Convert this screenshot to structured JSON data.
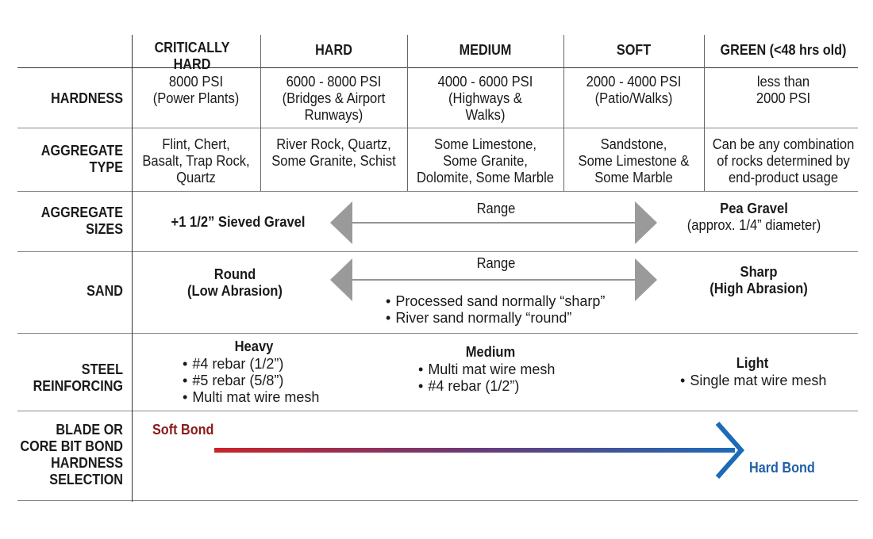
{
  "columns": [
    "CRITICALLY HARD",
    "HARD",
    "MEDIUM",
    "SOFT",
    "GREEN (<48 hrs old)"
  ],
  "rows": {
    "hardness": {
      "label": "HARDNESS",
      "cells": [
        [
          "8000 PSI",
          "(Power Plants)"
        ],
        [
          "6000 - 8000 PSI",
          "(Bridges &  Airport",
          "Runways)"
        ],
        [
          "4000 - 6000 PSI",
          "(Highways &",
          "Walks)"
        ],
        [
          "2000 - 4000 PSI",
          "(Patio/Walks)"
        ],
        [
          "less than",
          "2000 PSI"
        ]
      ]
    },
    "aggregate_type": {
      "label": [
        "AGGREGATE",
        "TYPE"
      ],
      "cells": [
        [
          "Flint, Chert,",
          "Basalt, Trap Rock,",
          "Quartz"
        ],
        [
          "River Rock, Quartz,",
          "Some Granite, Schist"
        ],
        [
          "Some Limestone,",
          "Some Granite,",
          "Dolomite, Some Marble"
        ],
        [
          "Sandstone,",
          "Some Limestone &",
          "Some Marble"
        ],
        [
          "Can be any combination",
          "of rocks determined by",
          "end-product usage"
        ]
      ]
    },
    "aggregate_sizes": {
      "label": [
        "AGGREGATE",
        "SIZES"
      ],
      "left": "+1 1/2” Sieved Gravel",
      "range": "Range",
      "right_title": "Pea Gravel",
      "right_sub": "(approx. 1/4” diameter)"
    },
    "sand": {
      "label": "SAND",
      "left": [
        "Round",
        "(Low Abrasion)"
      ],
      "range": "Range",
      "notes": [
        "Processed sand normally “sharp”",
        "River sand normally “round”"
      ],
      "right": [
        "Sharp",
        "(High Abrasion)"
      ]
    },
    "steel": {
      "label": [
        "STEEL",
        "REINFORCING"
      ],
      "heavy": {
        "title": "Heavy",
        "items": [
          "#4 rebar (1/2”)",
          "#5 rebar (5/8”)",
          "Multi mat wire mesh"
        ]
      },
      "medium": {
        "title": "Medium",
        "items": [
          "Multi mat wire mesh",
          "#4 rebar (1/2”)"
        ]
      },
      "light": {
        "title": "Light",
        "items": [
          "Single mat wire mesh"
        ]
      }
    },
    "blade": {
      "label": [
        "BLADE OR",
        "CORE BIT BOND",
        "HARDNESS",
        "SELECTION"
      ],
      "soft": "Soft Bond",
      "hard": "Hard Bond"
    }
  },
  "colors": {
    "soft_bond": "#8b1a1a",
    "hard_bond": "#1f5fa8",
    "gradient_start": "#c8242b",
    "gradient_end": "#1d6bb8",
    "arrow_gray": "#9a9a9a"
  },
  "icons": [
    "double-arrow-range-icon",
    "gradient-arrow-icon"
  ]
}
